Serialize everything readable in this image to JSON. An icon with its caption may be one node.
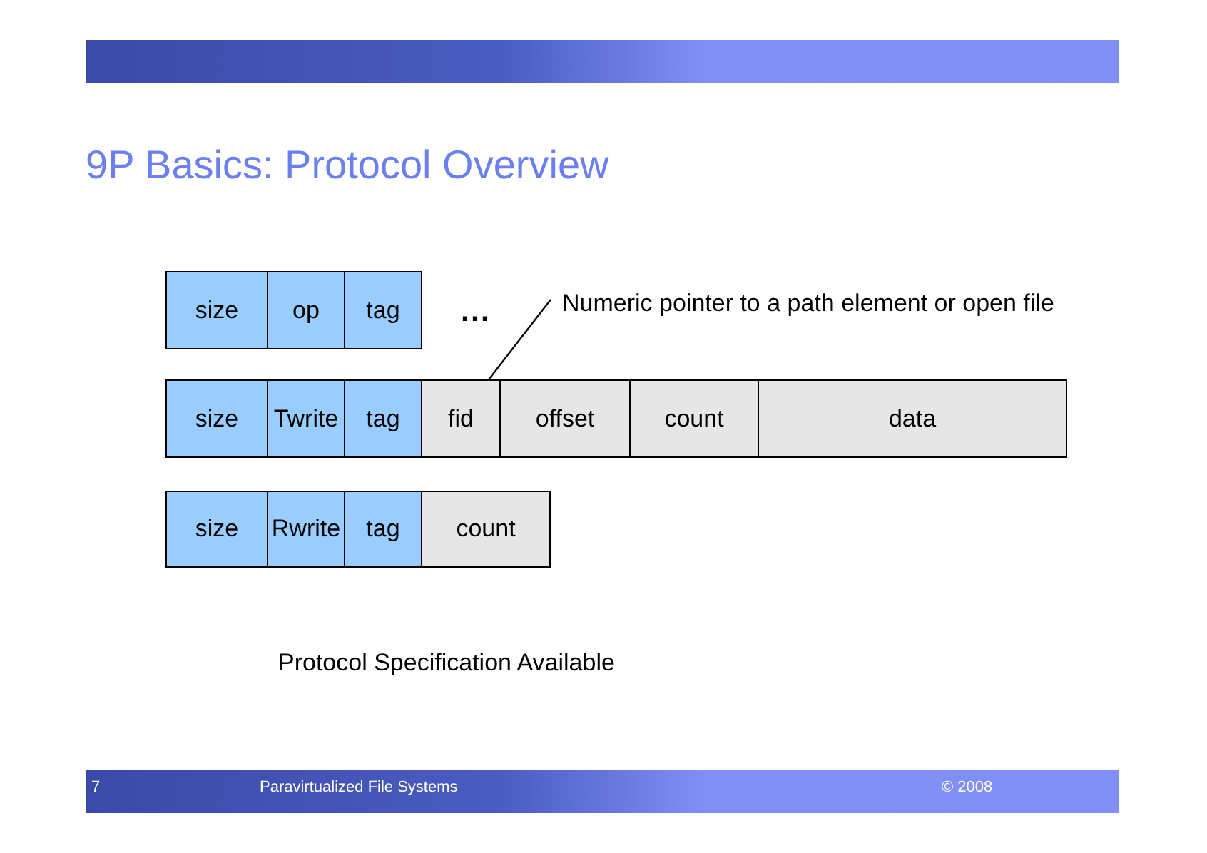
{
  "diagram": {
    "title": "9P Basics: Protocol Overview",
    "nodes": [
      {
        "text": [
          "size"
        ]
      },
      {
        "text": [
          "op"
        ]
      },
      {
        "text": [
          "tag"
        ]
      },
      {
        "text": [
          "Numeric pointer to a path element or open file"
        ]
      },
      {
        "text": [
          "size"
        ]
      },
      {
        "text": [
          "Twrite"
        ]
      },
      {
        "text": [
          "tag"
        ]
      },
      {
        "text": [
          "fid"
        ]
      },
      {
        "text": [
          "offset"
        ]
      },
      {
        "text": [
          "count"
        ]
      },
      {
        "text": [
          "data"
        ]
      },
      {
        "text": [
          "size"
        ]
      },
      {
        "text": [
          "Rwrite"
        ]
      },
      {
        "text": [
          "tag"
        ]
      },
      {
        "text": [
          "count"
        ]
      }
    ],
    "edges": [
      {
        "from": 3,
        "to": 7,
        "arrow": "none"
      }
    ],
    "labels": [
      "…",
      "Protocol Specification Available",
      "7",
      "Paravirtualized File Systems",
      "© 2008"
    ]
  }
}
